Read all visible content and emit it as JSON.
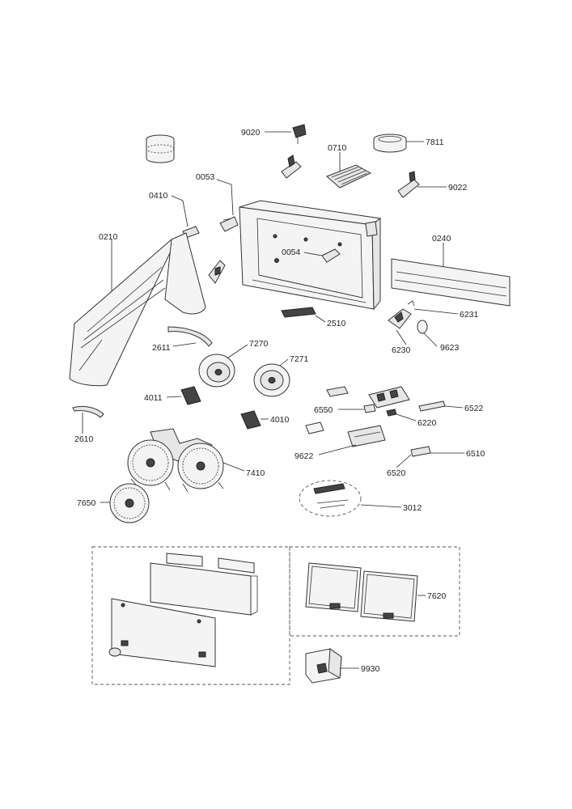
{
  "labels": {
    "p9020": "9020",
    "p7811": "7811",
    "p0710": "0710",
    "p0053": "0053",
    "p9022": "9022",
    "p0410": "0410",
    "p0210": "0210",
    "p0240": "0240",
    "p0054": "0054",
    "p6231": "6231",
    "p2510": "2510",
    "p6230": "6230",
    "p9623": "9623",
    "p2611": "2611",
    "p7270": "7270",
    "p7271": "7271",
    "p4011": "4011",
    "p6550": "6550",
    "p6522": "6522",
    "p4010": "4010",
    "p6220": "6220",
    "p2610": "2610",
    "p9622": "9622",
    "p6510": "6510",
    "p6520": "6520",
    "p7410": "7410",
    "p7650": "7650",
    "p3012": "3012",
    "p7620": "7620",
    "p9930": "9930"
  }
}
